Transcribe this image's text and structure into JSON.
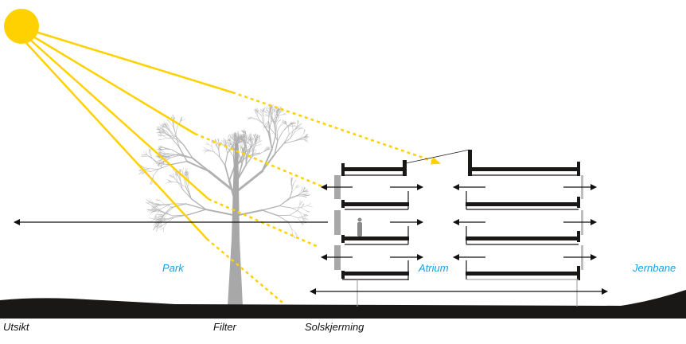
{
  "labels": {
    "park": "Park",
    "atrium": "Atrium",
    "jernbane": "Jernbane",
    "utsikt": "Utsikt",
    "filter": "Filter",
    "solskjerming": "Solskjerming"
  },
  "colors": {
    "sun": "#ffd100",
    "label_blue": "#1a9ee0",
    "structure": "#1a1717",
    "tree": "#a8a8a8"
  },
  "icons": [
    "sun-icon",
    "tree-icon",
    "person-icon"
  ]
}
